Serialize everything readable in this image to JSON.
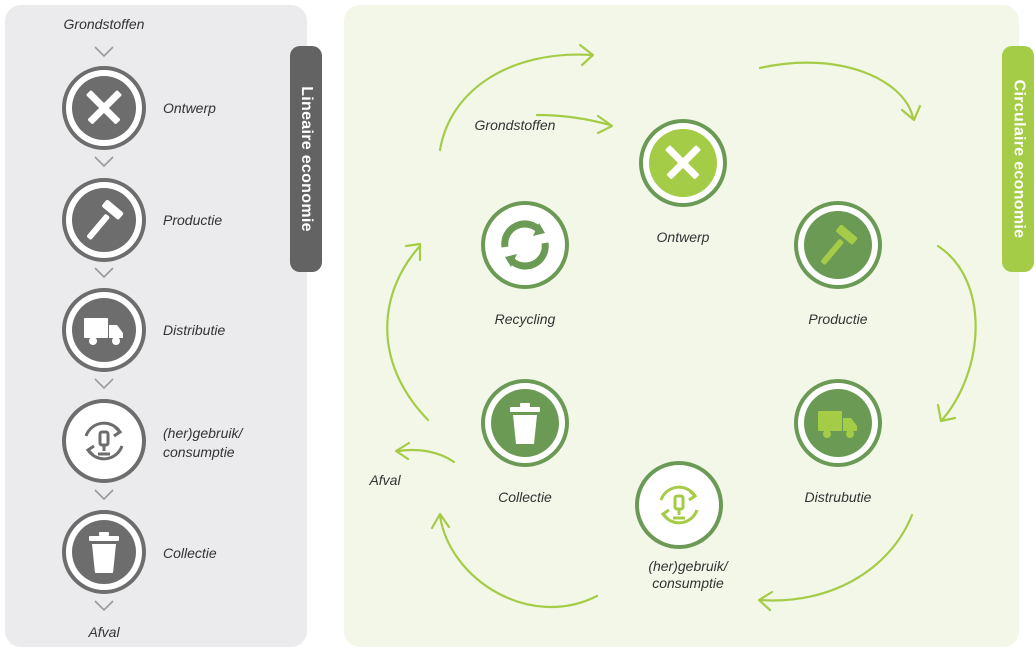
{
  "linear": {
    "title": "Lineaire economie",
    "start": "Grondstoffen",
    "steps": [
      "Ontwerp",
      "Productie",
      "Distributie",
      "(her)gebruik/",
      "consumptie",
      "Collectie"
    ],
    "end": "Afval"
  },
  "circular": {
    "title": "Circulaire economie",
    "input": "Grondstoffen",
    "steps": [
      "Ontwerp",
      "Productie",
      "Distrubutie",
      "(her)gebruik/",
      "consumptie",
      "Collectie",
      "Recycling"
    ],
    "output": "Afval"
  },
  "colors": {
    "linear": "#6d6d6d",
    "circular_accent": "#a4cc46",
    "circular_icon": "#6b9a55"
  },
  "icons": [
    "design-tools-icon",
    "hammer-icon",
    "truck-icon",
    "reuse-chair-icon",
    "trash-can-icon",
    "recycle-icon"
  ]
}
